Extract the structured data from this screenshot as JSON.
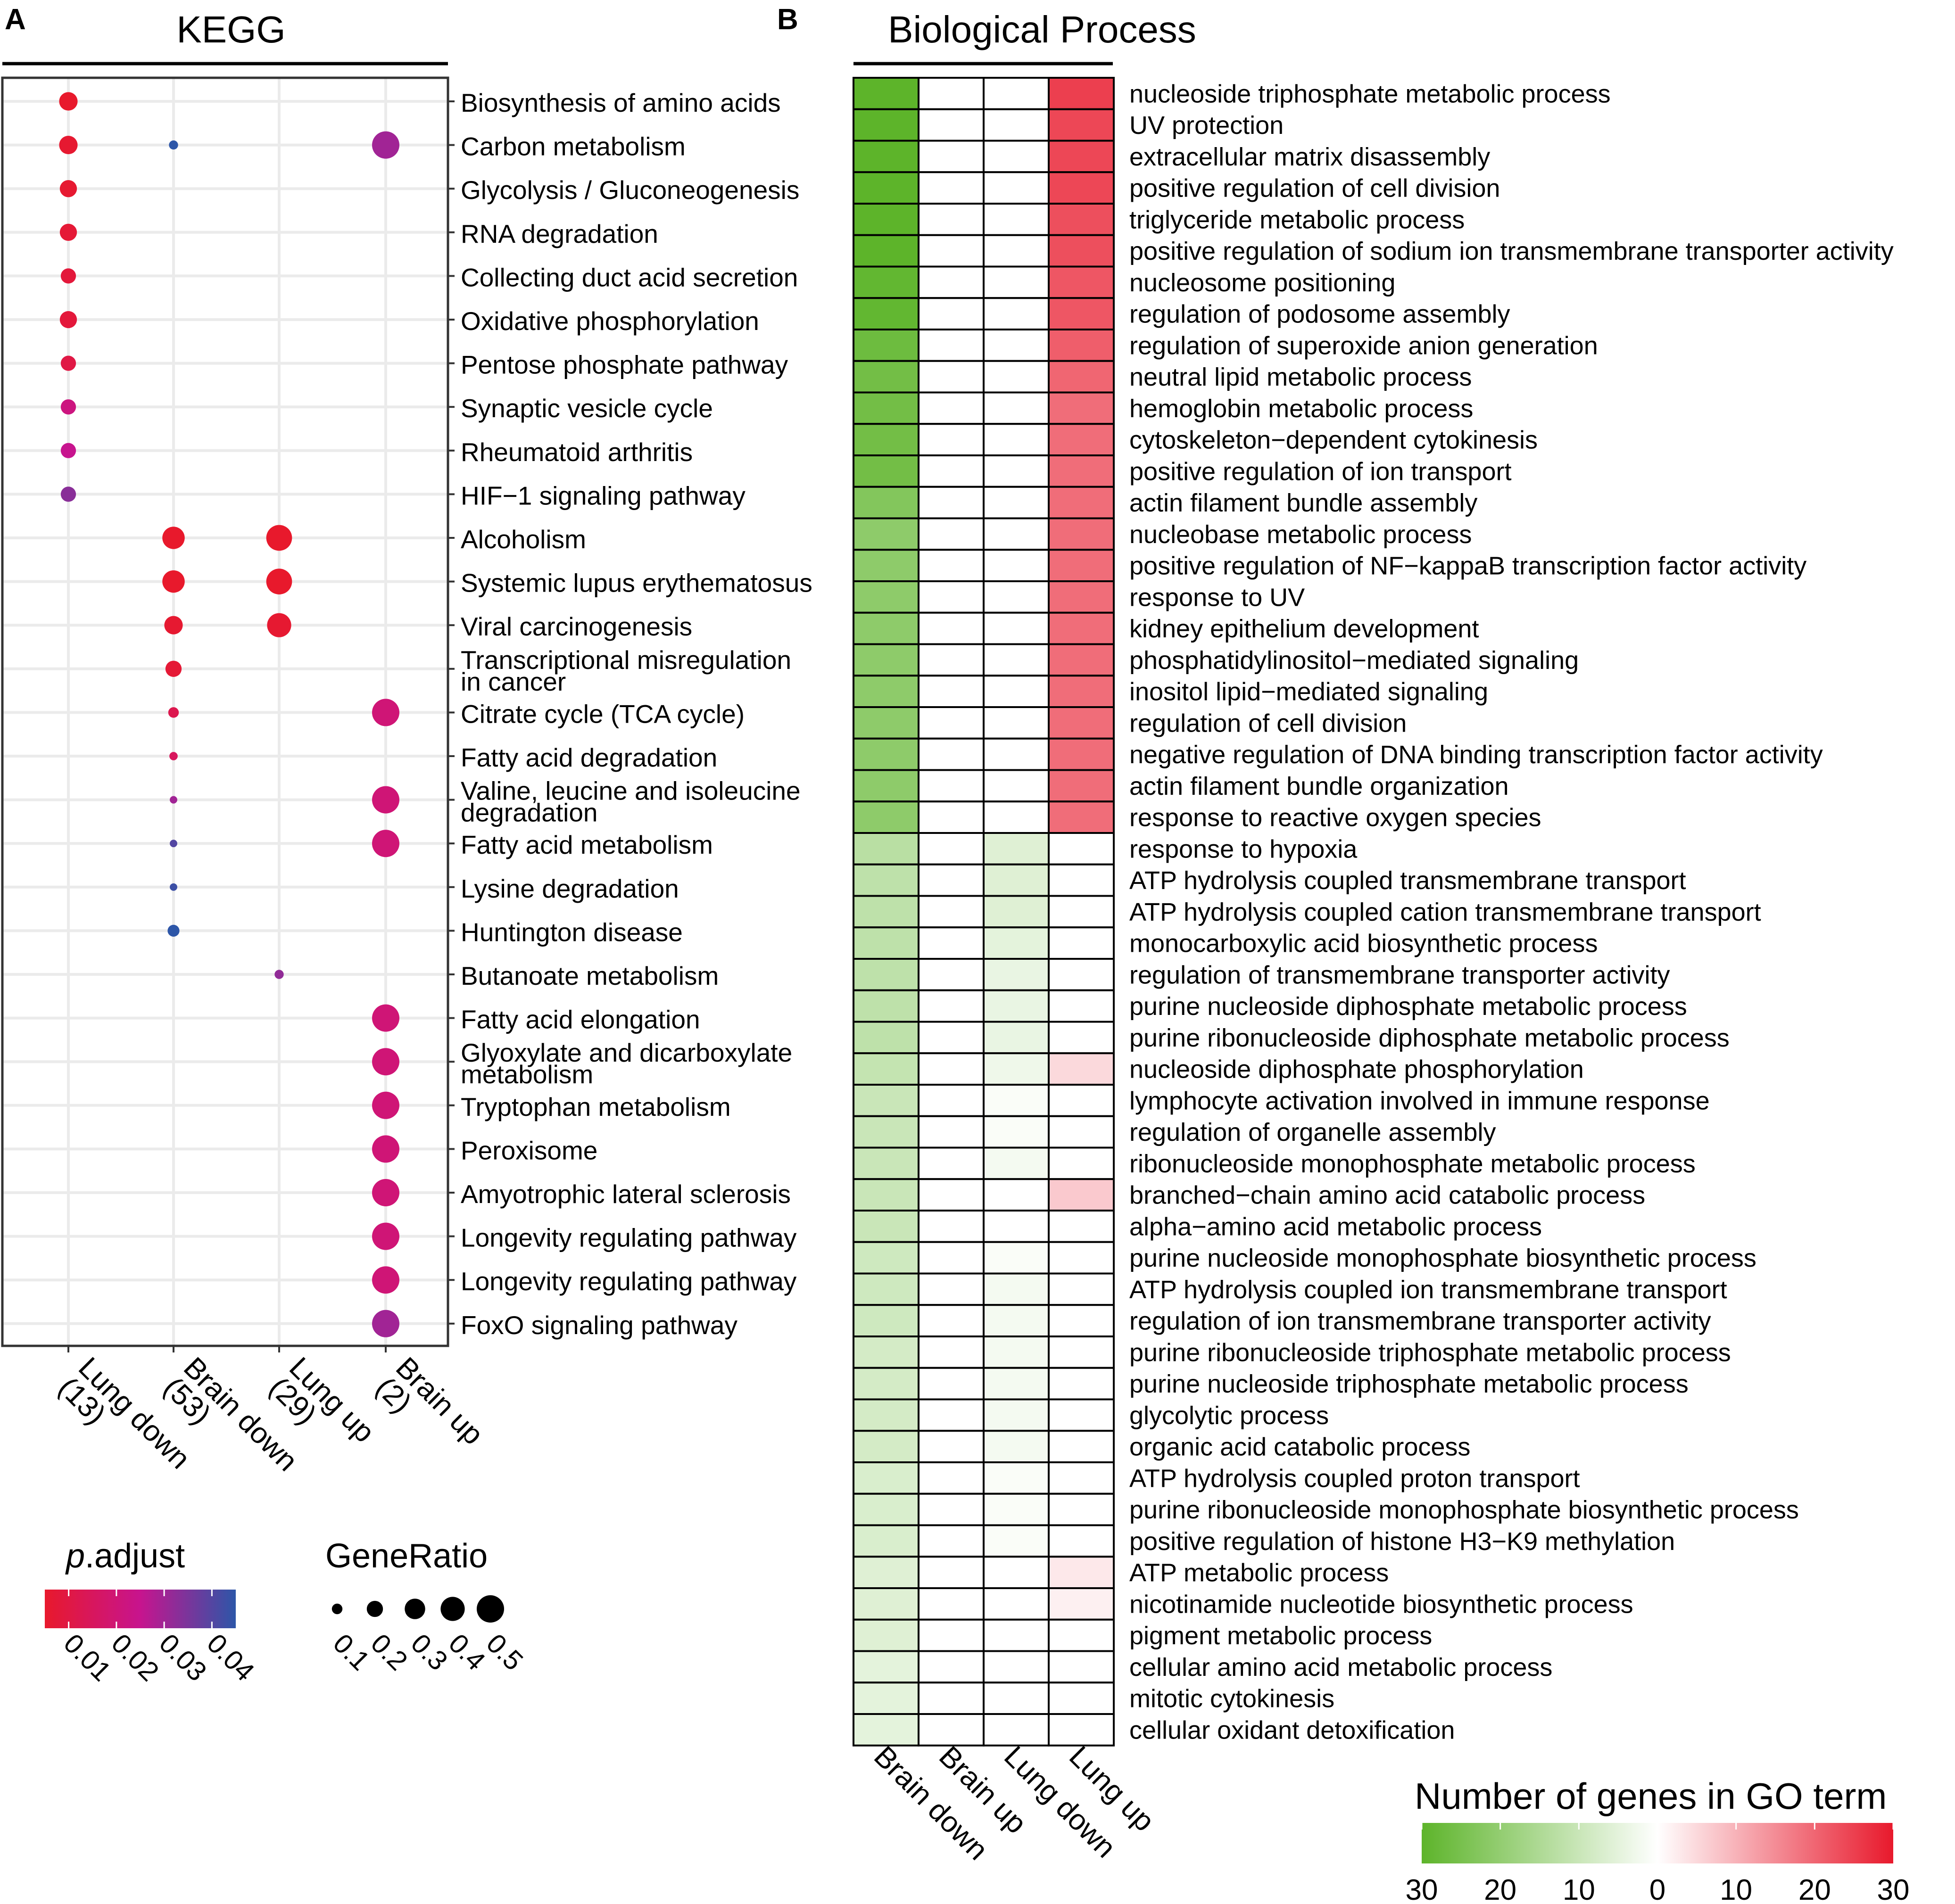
{
  "panel_a": {
    "letter": "A",
    "title": "KEGG",
    "columns": [
      "Lung down\n(13)",
      "Brain down\n(53)",
      "Lung up\n(29)",
      "Brain up\n(2)"
    ],
    "legend_color": {
      "title_italic": "p",
      "title_rest": ".adjust",
      "ticks": [
        "0.01",
        "0.02",
        "0.03",
        "0.04"
      ]
    },
    "legend_size": {
      "title": "GeneRatio",
      "ticks": [
        "0.1",
        "0.2",
        "0.3",
        "0.4",
        "0.5"
      ]
    }
  },
  "panel_b": {
    "letter": "B",
    "title": "Biological Process",
    "columns": [
      "Brain down",
      "Brain up",
      "Lung down",
      "Lung up"
    ],
    "legend": {
      "title": "Number of genes in GO term",
      "ticks": [
        "30",
        "20",
        "10",
        "0",
        "10",
        "20",
        "30"
      ]
    }
  },
  "chart_data": [
    {
      "type": "scatter",
      "title": "KEGG",
      "x_categories": [
        "Lung down (13)",
        "Brain down (53)",
        "Lung up (29)",
        "Brain up (2)"
      ],
      "y_categories": [
        "Biosynthesis of amino acids",
        "Carbon metabolism",
        "Glycolysis / Gluconeogenesis",
        "RNA degradation",
        "Collecting duct acid secretion",
        "Oxidative phosphorylation",
        "Pentose phosphate pathway",
        "Synaptic vesicle cycle",
        "Rheumatoid arthritis",
        "HIF−1 signaling pathway",
        "Alcoholism",
        "Systemic lupus erythematosus",
        "Viral carcinogenesis",
        "Transcriptional misregulation\nin cancer",
        "Citrate cycle (TCA cycle)",
        "Fatty acid degradation",
        "Valine, leucine and isoleucine\ndegradation",
        "Fatty acid metabolism",
        "Lysine degradation",
        "Huntington disease",
        "Butanoate metabolism",
        "Fatty acid elongation",
        "Glyoxylate and dicarboxylate\nmetabolism",
        "Tryptophan metabolism",
        "Peroxisome",
        "Amyotrophic lateral sclerosis",
        "Longevity regulating pathway",
        "Longevity regulating pathway",
        "FoxO signaling pathway"
      ],
      "size_variable": "GeneRatio",
      "color_variable": "p.adjust",
      "color_scale": {
        "low": "#e8192c",
        "high": "#2d56a8",
        "range": [
          0.005,
          0.045
        ]
      },
      "size_range": [
        0.05,
        0.5
      ],
      "points": [
        {
          "col": 0,
          "row": 0,
          "generatio": 0.25,
          "padj": 0.005
        },
        {
          "col": 0,
          "row": 1,
          "generatio": 0.25,
          "padj": 0.006
        },
        {
          "col": 0,
          "row": 2,
          "generatio": 0.22,
          "padj": 0.006
        },
        {
          "col": 0,
          "row": 3,
          "generatio": 0.22,
          "padj": 0.007
        },
        {
          "col": 0,
          "row": 4,
          "generatio": 0.18,
          "padj": 0.008
        },
        {
          "col": 0,
          "row": 5,
          "generatio": 0.22,
          "padj": 0.008
        },
        {
          "col": 0,
          "row": 6,
          "generatio": 0.18,
          "padj": 0.01
        },
        {
          "col": 0,
          "row": 7,
          "generatio": 0.18,
          "padj": 0.022
        },
        {
          "col": 0,
          "row": 8,
          "generatio": 0.18,
          "padj": 0.025
        },
        {
          "col": 0,
          "row": 9,
          "generatio": 0.18,
          "padj": 0.033
        },
        {
          "col": 1,
          "row": 1,
          "generatio": 0.08,
          "padj": 0.045
        },
        {
          "col": 1,
          "row": 10,
          "generatio": 0.35,
          "padj": 0.005
        },
        {
          "col": 1,
          "row": 11,
          "generatio": 0.35,
          "padj": 0.005
        },
        {
          "col": 1,
          "row": 12,
          "generatio": 0.25,
          "padj": 0.006
        },
        {
          "col": 1,
          "row": 13,
          "generatio": 0.2,
          "padj": 0.007
        },
        {
          "col": 1,
          "row": 14,
          "generatio": 0.1,
          "padj": 0.012
        },
        {
          "col": 1,
          "row": 15,
          "generatio": 0.07,
          "padj": 0.015
        },
        {
          "col": 1,
          "row": 16,
          "generatio": 0.06,
          "padj": 0.03
        },
        {
          "col": 1,
          "row": 17,
          "generatio": 0.06,
          "padj": 0.04
        },
        {
          "col": 1,
          "row": 18,
          "generatio": 0.06,
          "padj": 0.043
        },
        {
          "col": 1,
          "row": 19,
          "generatio": 0.12,
          "padj": 0.045
        },
        {
          "col": 2,
          "row": 10,
          "generatio": 0.45,
          "padj": 0.005
        },
        {
          "col": 2,
          "row": 11,
          "generatio": 0.45,
          "padj": 0.005
        },
        {
          "col": 2,
          "row": 12,
          "generatio": 0.4,
          "padj": 0.006
        },
        {
          "col": 2,
          "row": 20,
          "generatio": 0.08,
          "padj": 0.032
        },
        {
          "col": 3,
          "row": 1,
          "generatio": 0.5,
          "padj": 0.03
        },
        {
          "col": 3,
          "row": 14,
          "generatio": 0.5,
          "padj": 0.02
        },
        {
          "col": 3,
          "row": 16,
          "generatio": 0.5,
          "padj": 0.02
        },
        {
          "col": 3,
          "row": 17,
          "generatio": 0.5,
          "padj": 0.02
        },
        {
          "col": 3,
          "row": 21,
          "generatio": 0.5,
          "padj": 0.02
        },
        {
          "col": 3,
          "row": 22,
          "generatio": 0.5,
          "padj": 0.02
        },
        {
          "col": 3,
          "row": 23,
          "generatio": 0.5,
          "padj": 0.02
        },
        {
          "col": 3,
          "row": 24,
          "generatio": 0.5,
          "padj": 0.02
        },
        {
          "col": 3,
          "row": 25,
          "generatio": 0.5,
          "padj": 0.02
        },
        {
          "col": 3,
          "row": 26,
          "generatio": 0.5,
          "padj": 0.02
        },
        {
          "col": 3,
          "row": 27,
          "generatio": 0.5,
          "padj": 0.02
        },
        {
          "col": 3,
          "row": 28,
          "generatio": 0.5,
          "padj": 0.03
        }
      ],
      "grid": true
    },
    {
      "type": "heatmap",
      "title": "Biological Process",
      "columns": [
        "Brain down",
        "Brain up",
        "Lung down",
        "Lung up"
      ],
      "rows": [
        "nucleoside triphosphate metabolic process",
        "UV protection",
        "extracellular matrix disassembly",
        "positive regulation of cell division",
        "triglyceride metabolic process",
        "positive regulation of sodium ion transmembrane transporter activity",
        "nucleosome positioning",
        "regulation of podosome assembly",
        "regulation of superoxide anion generation",
        "neutral lipid metabolic process",
        "hemoglobin metabolic process",
        "cytoskeleton−dependent cytokinesis",
        "positive regulation of ion transport",
        "actin filament bundle assembly",
        "nucleobase metabolic process",
        "positive regulation of NF−kappaB transcription factor activity",
        "response to UV",
        "kidney epithelium development",
        "phosphatidylinositol−mediated signaling",
        "inositol lipid−mediated signaling",
        "regulation of cell division",
        "negative regulation of DNA binding transcription factor activity",
        "actin filament bundle organization",
        "response to reactive oxygen species",
        "response to hypoxia",
        "ATP hydrolysis coupled transmembrane transport",
        "ATP hydrolysis coupled cation transmembrane transport",
        "monocarboxylic acid biosynthetic process",
        "regulation of transmembrane transporter activity",
        "purine nucleoside diphosphate metabolic process",
        "purine ribonucleoside diphosphate metabolic process",
        "nucleoside diphosphate phosphorylation",
        "lymphocyte activation involved in immune response",
        "regulation of organelle assembly",
        "ribonucleoside monophosphate metabolic process",
        "branched−chain amino acid catabolic process",
        "alpha−amino acid metabolic process",
        "purine nucleoside monophosphate biosynthetic process",
        "ATP hydrolysis coupled ion transmembrane transport",
        "regulation of ion transmembrane transporter activity",
        "purine ribonucleoside triphosphate metabolic process",
        "purine nucleoside triphosphate metabolic process",
        "glycolytic process",
        "organic acid catabolic process",
        "ATP hydrolysis coupled proton transport",
        "purine ribonucleoside monophosphate biosynthetic process",
        "positive regulation of histone H3−K9 methylation",
        "ATP metabolic process",
        "nicotinamide nucleotide biosynthetic process",
        "pigment metabolic process",
        "cellular amino acid metabolic process",
        "mitotic cytokinesis",
        "cellular oxidant detoxification"
      ],
      "values": [
        [
          -30,
          0,
          0,
          25
        ],
        [
          -30,
          0,
          0,
          24
        ],
        [
          -30,
          0,
          0,
          24
        ],
        [
          -30,
          0,
          0,
          24
        ],
        [
          -30,
          0,
          0,
          23
        ],
        [
          -30,
          0,
          0,
          23
        ],
        [
          -29,
          0,
          0,
          22
        ],
        [
          -29,
          0,
          0,
          22
        ],
        [
          -27,
          0,
          0,
          21
        ],
        [
          -26,
          0,
          0,
          20
        ],
        [
          -26,
          0,
          0,
          19
        ],
        [
          -26,
          0,
          0,
          19
        ],
        [
          -26,
          0,
          0,
          19
        ],
        [
          -23,
          0,
          0,
          19
        ],
        [
          -21,
          0,
          0,
          19
        ],
        [
          -21,
          0,
          0,
          19
        ],
        [
          -21,
          0,
          0,
          19
        ],
        [
          -21,
          0,
          0,
          19
        ],
        [
          -21,
          0,
          0,
          19
        ],
        [
          -21,
          0,
          0,
          19
        ],
        [
          -21,
          0,
          0,
          19
        ],
        [
          -21,
          0,
          0,
          19
        ],
        [
          -21,
          0,
          0,
          19
        ],
        [
          -21,
          0,
          0,
          19
        ],
        [
          -13,
          0,
          -6,
          0
        ],
        [
          -12,
          0,
          -6,
          0
        ],
        [
          -12,
          0,
          -6,
          0
        ],
        [
          -12,
          0,
          -5,
          0
        ],
        [
          -12,
          0,
          -4,
          0
        ],
        [
          -12,
          0,
          -4,
          0
        ],
        [
          -12,
          0,
          -4,
          0
        ],
        [
          -11,
          0,
          -3,
          5
        ],
        [
          -10,
          0,
          -1,
          0
        ],
        [
          -10,
          0,
          -1,
          0
        ],
        [
          -10,
          0,
          -2,
          0
        ],
        [
          -10,
          0,
          0,
          7
        ],
        [
          -10,
          0,
          0,
          0
        ],
        [
          -9,
          0,
          -1,
          0
        ],
        [
          -9,
          0,
          -2,
          0
        ],
        [
          -9,
          0,
          -2,
          0
        ],
        [
          -8,
          0,
          -2,
          0
        ],
        [
          -8,
          0,
          -2,
          0
        ],
        [
          -8,
          0,
          -2,
          0
        ],
        [
          -8,
          0,
          -2,
          0
        ],
        [
          -7,
          0,
          -1,
          0
        ],
        [
          -7,
          0,
          -1,
          0
        ],
        [
          -7,
          0,
          -1,
          0
        ],
        [
          -6,
          0,
          0,
          3
        ],
        [
          -6,
          0,
          0,
          2
        ],
        [
          -6,
          0,
          0,
          0
        ],
        [
          -5,
          0,
          0,
          0
        ],
        [
          -5,
          0,
          0,
          0
        ],
        [
          -5,
          0,
          0,
          0
        ]
      ],
      "color_scale": {
        "low": "#5db42a",
        "mid": "#ffffff",
        "high": "#e8192c",
        "range": [
          -30,
          30
        ]
      }
    }
  ]
}
